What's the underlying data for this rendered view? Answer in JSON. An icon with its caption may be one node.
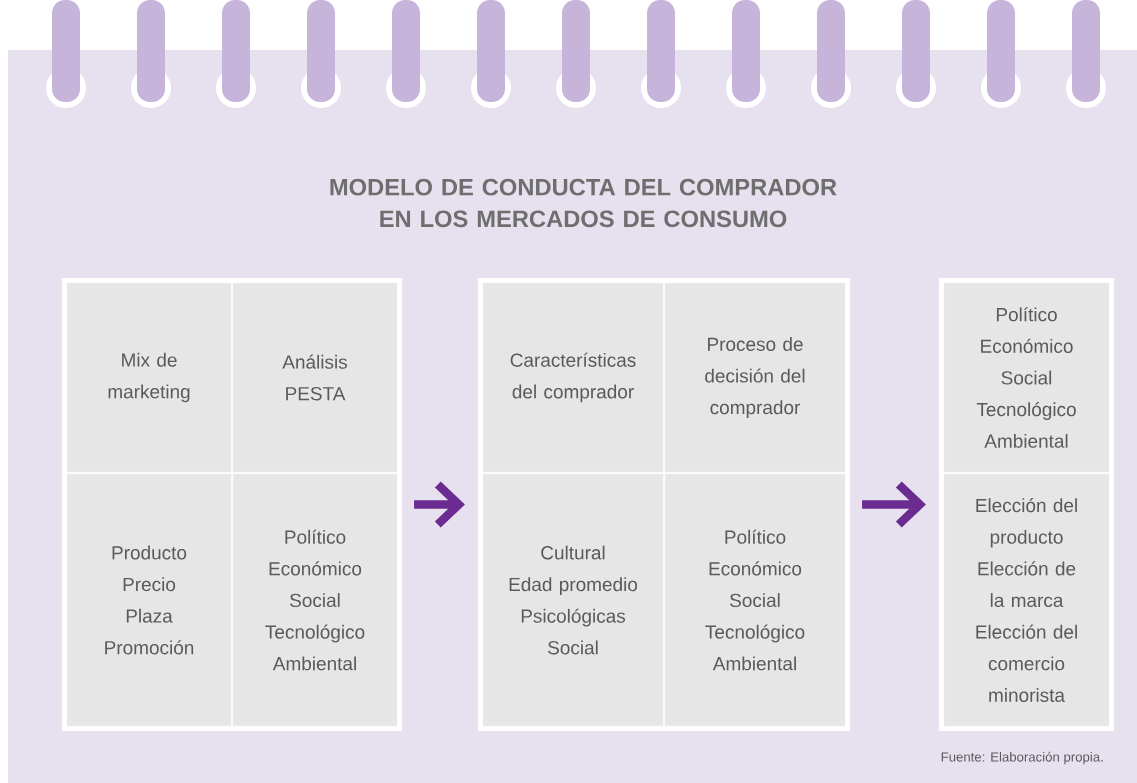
{
  "diagram": {
    "title": "MODELO DE CONDUCTA DEL COMPRADOR EN LOS MERCADOS DE CONSUMO",
    "caption": "Fuente: Elaboración propia.",
    "nodes": [
      {
        "text": [],
        "shape": "box"
      },
      {
        "text": [
          "Mix de marketing"
        ],
        "in": 0
      },
      {
        "text": [
          "Análisis PESTA"
        ],
        "in": 0
      },
      {
        "text": [
          "Producto",
          "Precio",
          "Plaza",
          "Promoción"
        ],
        "in": 0
      },
      {
        "text": [
          "Político",
          "Económico",
          "Social",
          "Tecnológico",
          "Ambiental"
        ],
        "in": 0
      },
      {
        "text": [],
        "shape": "box"
      },
      {
        "text": [
          "Características del comprador"
        ],
        "in": 5
      },
      {
        "text": [
          "Proceso de decisión del comprador"
        ],
        "in": 5
      },
      {
        "text": [
          "Cultural",
          "Edad promedio",
          "Psicológicas",
          "Social"
        ],
        "in": 5
      },
      {
        "text": [
          "Político",
          "Económico",
          "Social",
          "Tecnológico",
          "Ambiental"
        ],
        "in": 5
      },
      {
        "text": [],
        "shape": "box"
      },
      {
        "text": [
          "Político",
          "Económico",
          "Social",
          "Tecnológico",
          "Ambiental"
        ],
        "in": 10
      },
      {
        "text": [
          "Elección del producto",
          "Elección de la marca",
          "Elección del comercio minorista"
        ],
        "in": 10
      }
    ],
    "edges": [
      {
        "from": 0,
        "to": 5,
        "arrow": "to"
      },
      {
        "from": 5,
        "to": 10,
        "arrow": "to"
      }
    ]
  }
}
